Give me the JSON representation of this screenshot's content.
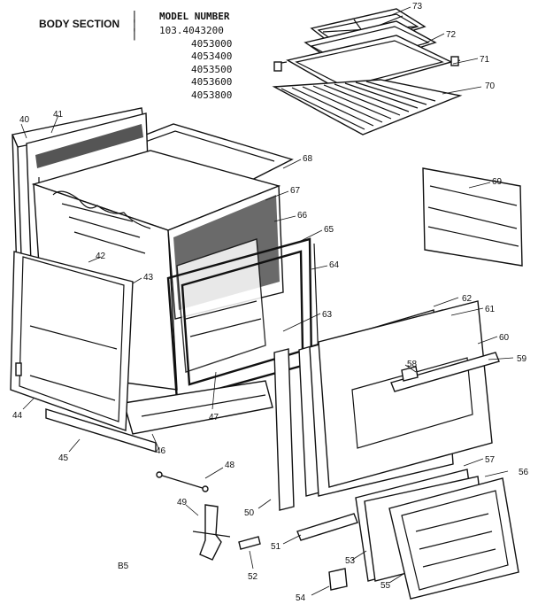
{
  "header": {
    "section_title": "BODY SECTION",
    "model_heading": "MODEL NUMBER",
    "models": [
      "103.4043200",
      "4053000",
      "4053400",
      "4053500",
      "4053600",
      "4053800"
    ]
  },
  "footer_code": "B5",
  "parts": [
    {
      "id": "p40",
      "num": "40"
    },
    {
      "id": "p41",
      "num": "41"
    },
    {
      "id": "p42",
      "num": "42"
    },
    {
      "id": "p43",
      "num": "43"
    },
    {
      "id": "p44",
      "num": "44"
    },
    {
      "id": "p45",
      "num": "45"
    },
    {
      "id": "p46",
      "num": "46"
    },
    {
      "id": "p47",
      "num": "47"
    },
    {
      "id": "p48",
      "num": "48"
    },
    {
      "id": "p49",
      "num": "49"
    },
    {
      "id": "p50",
      "num": "50"
    },
    {
      "id": "p51",
      "num": "51"
    },
    {
      "id": "p52",
      "num": "52"
    },
    {
      "id": "p53",
      "num": "53"
    },
    {
      "id": "p54",
      "num": "54"
    },
    {
      "id": "p55",
      "num": "55"
    },
    {
      "id": "p56",
      "num": "56"
    },
    {
      "id": "p57",
      "num": "57"
    },
    {
      "id": "p58",
      "num": "58"
    },
    {
      "id": "p59",
      "num": "59"
    },
    {
      "id": "p60",
      "num": "60"
    },
    {
      "id": "p61",
      "num": "61"
    },
    {
      "id": "p62",
      "num": "62"
    },
    {
      "id": "p63",
      "num": "63"
    },
    {
      "id": "p64",
      "num": "64"
    },
    {
      "id": "p65",
      "num": "65"
    },
    {
      "id": "p66",
      "num": "66"
    },
    {
      "id": "p67",
      "num": "67"
    },
    {
      "id": "p68",
      "num": "68"
    },
    {
      "id": "p69",
      "num": "69"
    },
    {
      "id": "p70",
      "num": "70"
    },
    {
      "id": "p71",
      "num": "71"
    },
    {
      "id": "p72",
      "num": "72"
    },
    {
      "id": "p73",
      "num": "73"
    }
  ]
}
